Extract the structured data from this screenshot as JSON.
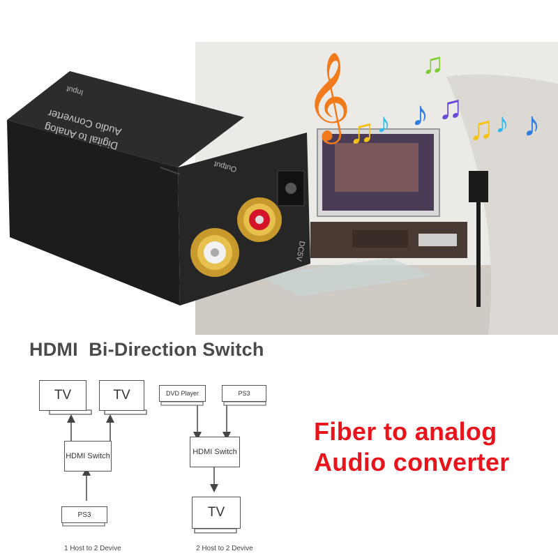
{
  "device": {
    "label_top": "Input",
    "label_main_1": "Digital to Analog",
    "label_main_2": "Audio Converter",
    "label_side": "Output",
    "label_dc": "DC5V"
  },
  "diagram": {
    "title": "HDMI  Bi-Direction Switch",
    "left": {
      "tv1": "TV",
      "tv2": "TV",
      "switch": "HDMI Switch",
      "source": "PS3",
      "caption": "1 Host to 2 Devive"
    },
    "right": {
      "source1": "DVD Player",
      "source2": "PS3",
      "switch": "HDMI Switch",
      "tv": "TV",
      "caption": "2 Host to 2 Devive"
    }
  },
  "promo": {
    "line1": "Fiber to analog",
    "line2": "Audio converter"
  },
  "colors": {
    "promo_red": "#e8131b",
    "device_black": "#1f1f1f",
    "rca_red": "#d4142a",
    "rca_gold": "#d9a93a"
  }
}
